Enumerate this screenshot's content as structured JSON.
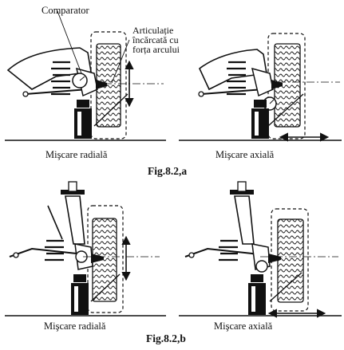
{
  "annotations": {
    "comparator": "Comparator",
    "joint_line1": "Articulație",
    "joint_line2": "încărcată cu",
    "joint_line3": "forța arcului"
  },
  "figure_a": {
    "caption_left": "Mişcare radială",
    "caption_right": "Mişcare axială",
    "label": "Fig.8.2,a"
  },
  "figure_b": {
    "caption_left": "Mişcare radială",
    "caption_right": "Mişcare axială",
    "label": "Fig.8.2,b"
  },
  "colors": {
    "ink": "#111111",
    "paper": "#ffffff"
  }
}
